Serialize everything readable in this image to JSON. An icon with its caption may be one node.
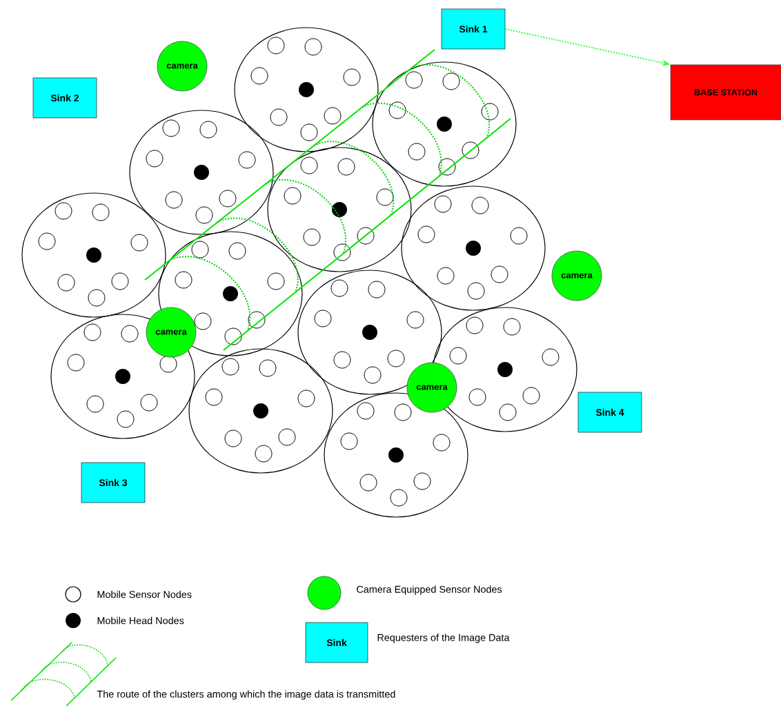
{
  "diagram": {
    "nodes": [
      {
        "text": [
          "Sink 1"
        ]
      },
      {
        "text": [
          "camera"
        ]
      },
      {
        "text": [
          "BASE STATION"
        ]
      },
      {
        "text": [
          "Sink 2"
        ]
      },
      {
        "text": [
          "camera"
        ]
      },
      {
        "text": [
          "camera"
        ]
      },
      {
        "text": [
          "camera"
        ]
      },
      {
        "text": [
          "Sink 4"
        ]
      },
      {
        "text": [
          "Sink 3"
        ]
      },
      {
        "text": [
          "Sink"
        ]
      }
    ],
    "edges": [
      {
        "from": 0,
        "to": 2,
        "arrow": "to",
        "style": "dashed",
        "color": "#33ff33"
      }
    ],
    "legend": [
      {
        "text": "Mobile Sensor Nodes"
      },
      {
        "text": "Mobile Head Nodes"
      },
      {
        "text": "Camera Equipped Sensor Nodes",
        "color": "#00ff00"
      },
      {
        "text": "Requesters of the Image Data",
        "color": "#00ffff"
      },
      {
        "text": "The route of the clusters among which the image data is transmitted"
      }
    ]
  }
}
